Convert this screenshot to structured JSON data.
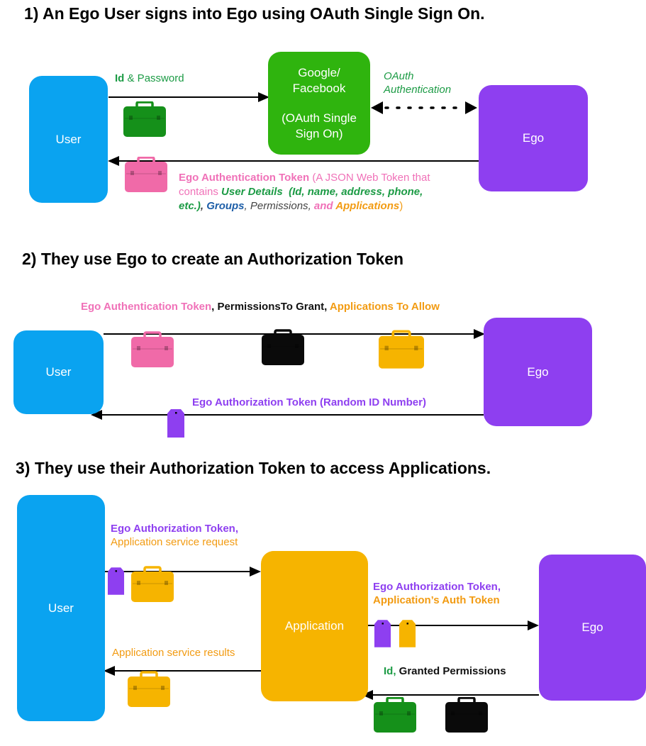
{
  "section1": {
    "title": "1) An Ego User signs into Ego using OAuth Single Sign On.",
    "user": "User",
    "provider_line1": "Google/",
    "provider_line2": "Facebook",
    "provider_line3": "(OAuth Single",
    "provider_line4": "Sign On)",
    "ego": "Ego",
    "id_label": "Id",
    "and_password": " & Password",
    "oauth_line1": "OAuth",
    "oauth_line2": "Authentication",
    "token_label": "Ego Authentication Token",
    "token_desc1": " (A JSON Web Token that",
    "contains": "contains ",
    "user_details": "User Details",
    "details_list": "(Id, name, address, phone,",
    "etc": "etc.)",
    "comma1": ", ",
    "groups": "Groups",
    "comma2": ", ",
    "permissions": "Permissions",
    "comma3": ", ",
    "and_applications": "and ",
    "applications": "Applications",
    "close_paren": ")"
  },
  "section2": {
    "title": "2) They use Ego to create an Authorization Token",
    "user": "User",
    "ego": "Ego",
    "auth_token": "Ego Authentication Token",
    "sep1": ", ",
    "permissions": "PermissionsTo Grant, ",
    "apps_allow": "Applications To Allow",
    "authorization_token": "Ego Authorization Token (Random ID Number)"
  },
  "section3": {
    "title": "3) They use their Authorization Token to access Applications.",
    "user": "User",
    "application": "Application",
    "ego": "Ego",
    "req_token": "Ego Authorization Token,",
    "req_service": "Application service request",
    "results": "Application service results",
    "ego_req_token": "Ego Authorization Token,",
    "ego_req_app": "Application’s Auth Token",
    "id_label": "Id,",
    "granted": " Granted Permissions"
  },
  "colors": {
    "user_box": "#0aa3f0",
    "provider_box": "#2fb40e",
    "ego_box": "#8e3ff0",
    "application_box": "#f6b400",
    "case_green": "#15901a",
    "case_pink": "#f06aa8",
    "case_black": "#0a0a0a",
    "case_orange": "#f6b400",
    "tag_purple": "#8e3ff0"
  }
}
